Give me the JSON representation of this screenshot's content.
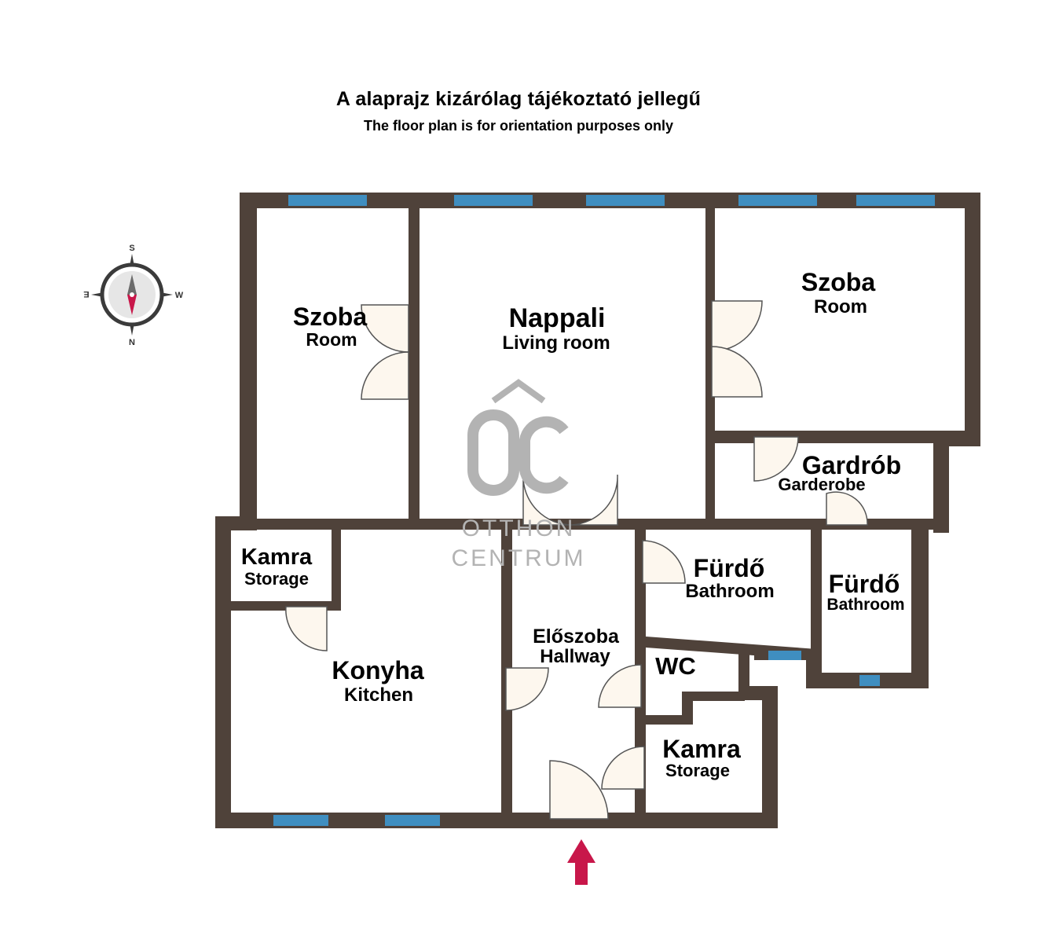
{
  "header": {
    "title": "A alaprajz kizárólag tájékoztató jellegű",
    "subtitle": "The floor plan is for orientation purposes only"
  },
  "compass": {
    "north": "N",
    "south": "S",
    "east": "E",
    "west": "W"
  },
  "watermark": {
    "logo": "OC",
    "line1": "OTTHON",
    "line2": "CENTRUM"
  },
  "rooms": [
    {
      "id": "room-left",
      "name": "Szoba",
      "name_en": "Room"
    },
    {
      "id": "living",
      "name": "Nappali",
      "name_en": "Living room"
    },
    {
      "id": "room-right",
      "name": "Szoba",
      "name_en": "Room"
    },
    {
      "id": "wardrobe",
      "name": "Gardrób",
      "name_en": "Garderobe"
    },
    {
      "id": "storage-top",
      "name": "Kamra",
      "name_en": "Storage"
    },
    {
      "id": "kitchen",
      "name": "Konyha",
      "name_en": "Kitchen"
    },
    {
      "id": "hallway",
      "name": "Előszoba",
      "name_en": "Hallway"
    },
    {
      "id": "bath-1",
      "name": "Fürdő",
      "name_en": "Bathroom"
    },
    {
      "id": "bath-2",
      "name": "Fürdő",
      "name_en": "Bathroom"
    },
    {
      "id": "wc",
      "name": "WC",
      "name_en": ""
    },
    {
      "id": "storage-bottom",
      "name": "Kamra",
      "name_en": "Storage"
    }
  ],
  "colors": {
    "wall": "#4f423a",
    "window": "#3f8ec0",
    "door_fill": "#fdf7ee",
    "entrance_arrow": "#c8174a",
    "watermark": "#b3b3b3"
  }
}
